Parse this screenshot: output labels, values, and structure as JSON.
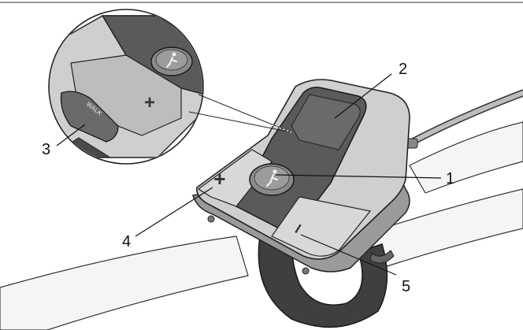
{
  "callouts": [
    {
      "id": "callout-1",
      "text": "1"
    },
    {
      "id": "callout-2",
      "text": "2"
    },
    {
      "id": "callout-3",
      "text": "3"
    },
    {
      "id": "callout-4",
      "text": "4"
    },
    {
      "id": "callout-5",
      "text": "5"
    }
  ],
  "device": {
    "plus_symbol": "+",
    "minus_symbol": "–",
    "walk_label": "WALK",
    "center_button_icon": "walk-assist-icon"
  },
  "colors": {
    "body_light": "#c9c9c9",
    "body_dark": "#5c5c5c",
    "button_face": "#8e8e8e",
    "handlebar": "#f2f2f2",
    "outline": "#222222"
  }
}
